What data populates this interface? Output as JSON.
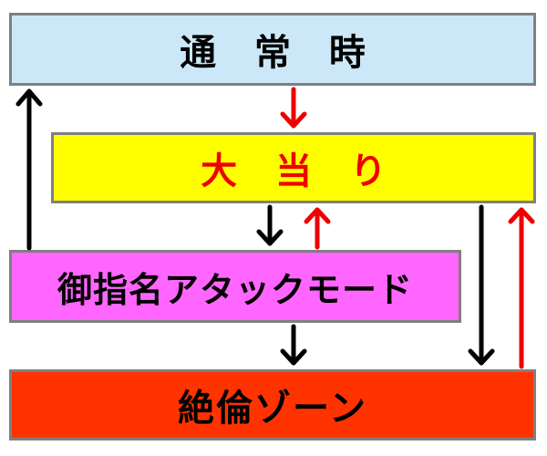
{
  "states": {
    "normal": {
      "label": "通 常 時",
      "bg": "#cce8f8",
      "fg": "#000000"
    },
    "jackpot": {
      "label": "大 当 り",
      "bg": "#ffff00",
      "fg": "#ee0000"
    },
    "attack": {
      "label": "御指名アタックモード",
      "bg": "#ff66ff",
      "fg": "#000000"
    },
    "zone": {
      "label": "絶倫ゾーン",
      "bg": "#ff3300",
      "fg": "#000000"
    }
  },
  "colors": {
    "black_arrow": "#000000",
    "red_arrow": "#ee0000",
    "border": "#808080"
  }
}
